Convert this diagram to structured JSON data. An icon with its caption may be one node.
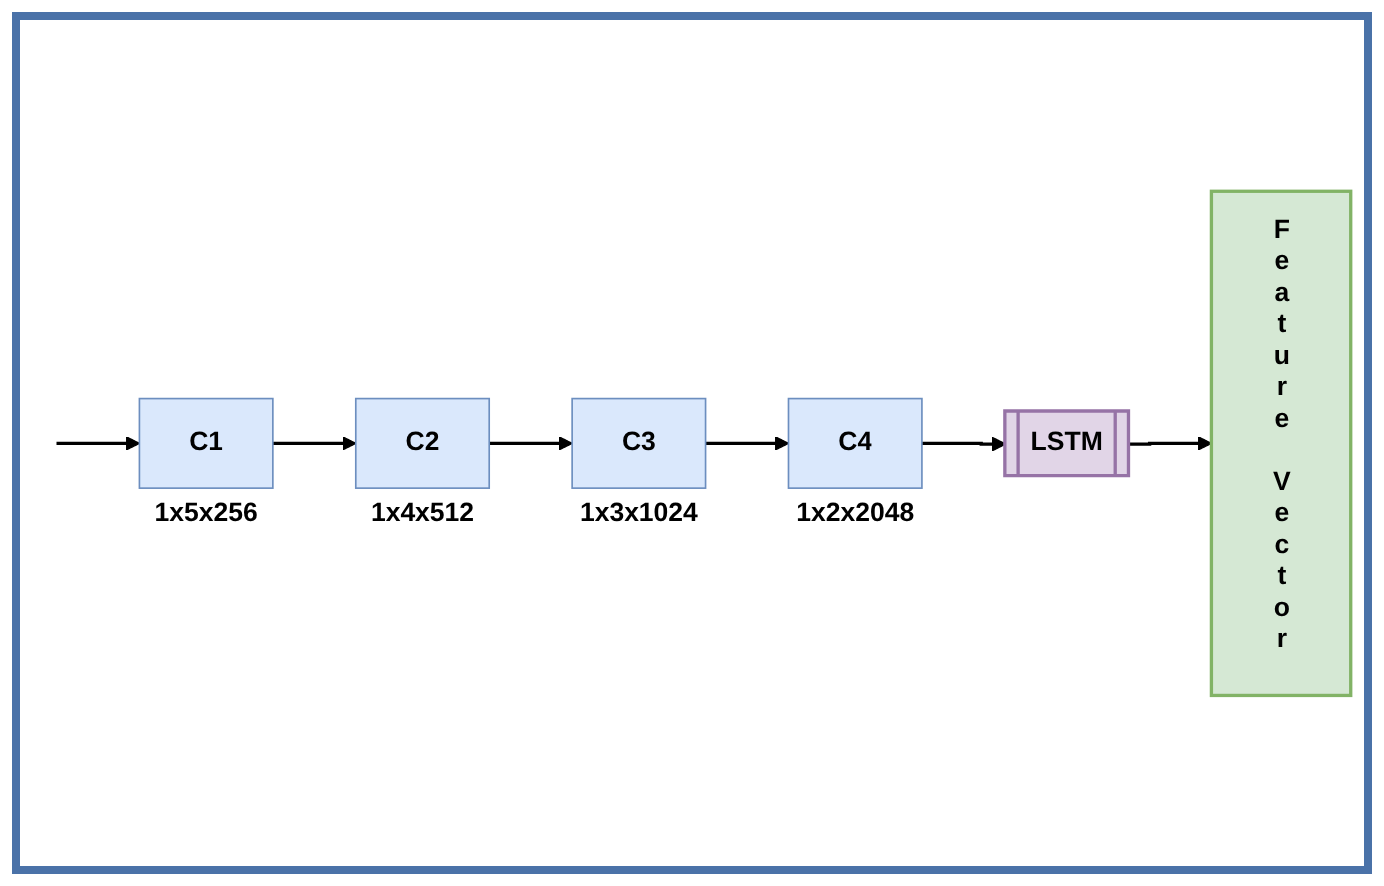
{
  "diagram": {
    "nodes": [
      {
        "text": [
          "C1"
        ],
        "beside": [
          "1x5x256"
        ]
      },
      {
        "text": [
          "C2"
        ],
        "beside": [
          "1x4x512"
        ]
      },
      {
        "text": [
          "C3"
        ],
        "beside": [
          "1x3x1024"
        ]
      },
      {
        "text": [
          "C4"
        ],
        "beside": [
          "1x2x2048"
        ]
      },
      {
        "text": [
          "LSTM"
        ]
      },
      {
        "text": [
          "Feature Vector"
        ]
      }
    ],
    "edges": [
      {
        "from": null,
        "to": 0,
        "arrow": "to"
      },
      {
        "from": 0,
        "to": 1,
        "arrow": "to"
      },
      {
        "from": 1,
        "to": 2,
        "arrow": "to"
      },
      {
        "from": 2,
        "to": 3,
        "arrow": "to"
      },
      {
        "from": 3,
        "to": 4,
        "arrow": "to"
      },
      {
        "from": 4,
        "to": 5,
        "arrow": "to"
      }
    ]
  }
}
